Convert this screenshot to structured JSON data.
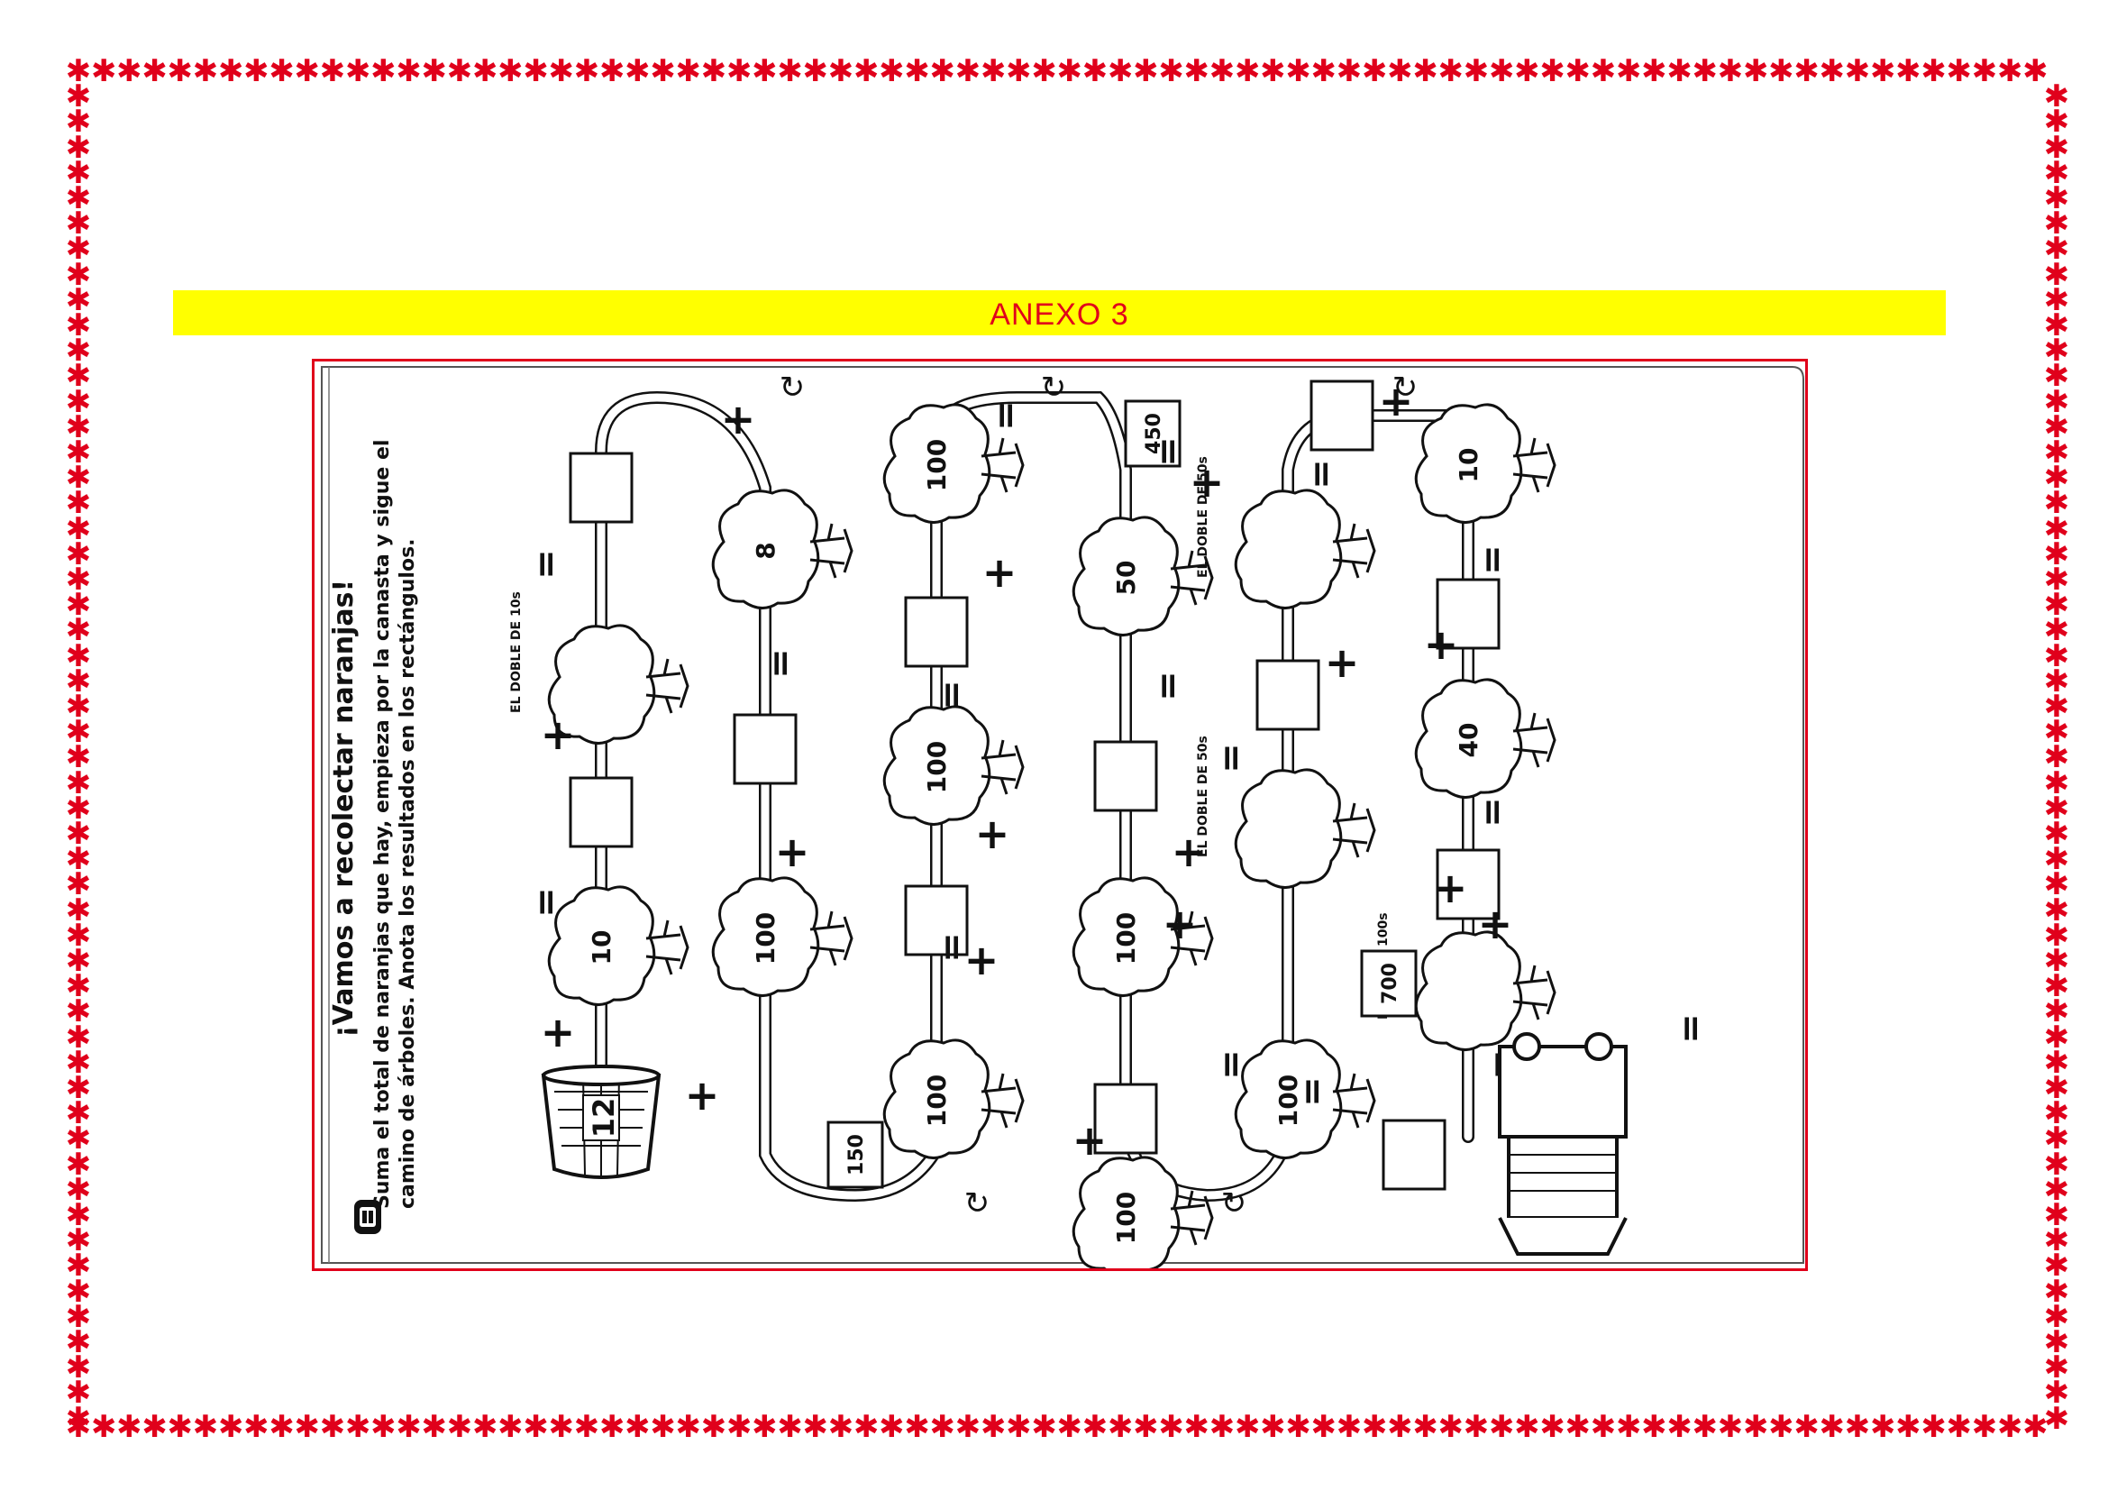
{
  "page": {
    "border_color": "#e0001b",
    "border_glyph": "✱"
  },
  "banner": {
    "title": "ANEXO 3",
    "background": "#ffff00",
    "text_color": "#e0001b"
  },
  "worksheet": {
    "heading": "¡Vamos a recolectar naranjas!",
    "instruction_line1": "Suma el total de naranjas que hay, empieza por la canasta y sigue el",
    "instruction_line2": "camino de árboles. Anota los resultados en los rectángulos.",
    "icon": "pencil-book-icon",
    "basket_value": "12",
    "trees": {
      "t1": "10",
      "t2": "EL DOBLE DE 10s",
      "t3": "8",
      "t4": "100",
      "t5": "100",
      "t6": "100",
      "t7": "100",
      "t8": "100",
      "t9": "50",
      "t10": "100",
      "t11": "100",
      "t12": "EL DOBLE DE 50s",
      "t13": "EL DOBLE DE 50s",
      "t14": "10",
      "t15": "40",
      "t16": "MITAD DE 100s"
    },
    "boxes": {
      "b1": "150",
      "b2": "450",
      "b3": "700"
    },
    "symbols": {
      "plus": "+",
      "equals": "=",
      "arrow": "↻"
    }
  }
}
